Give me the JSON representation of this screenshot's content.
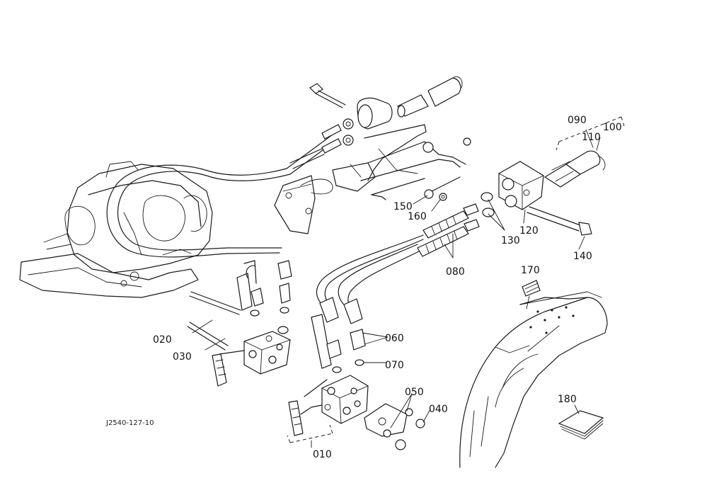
{
  "labels": {
    "p010": "010",
    "p020": "020",
    "p030": "030",
    "p040": "040",
    "p050": "050",
    "p060": "060",
    "p070": "070",
    "p080": "080",
    "p090": "090",
    "p100": "100",
    "p110": "110",
    "p120": "120",
    "p130": "130",
    "p140": "140",
    "p150": "150",
    "p160": "160",
    "p170": "170",
    "p180": "180"
  },
  "drawing_code": "J2540-127-10"
}
